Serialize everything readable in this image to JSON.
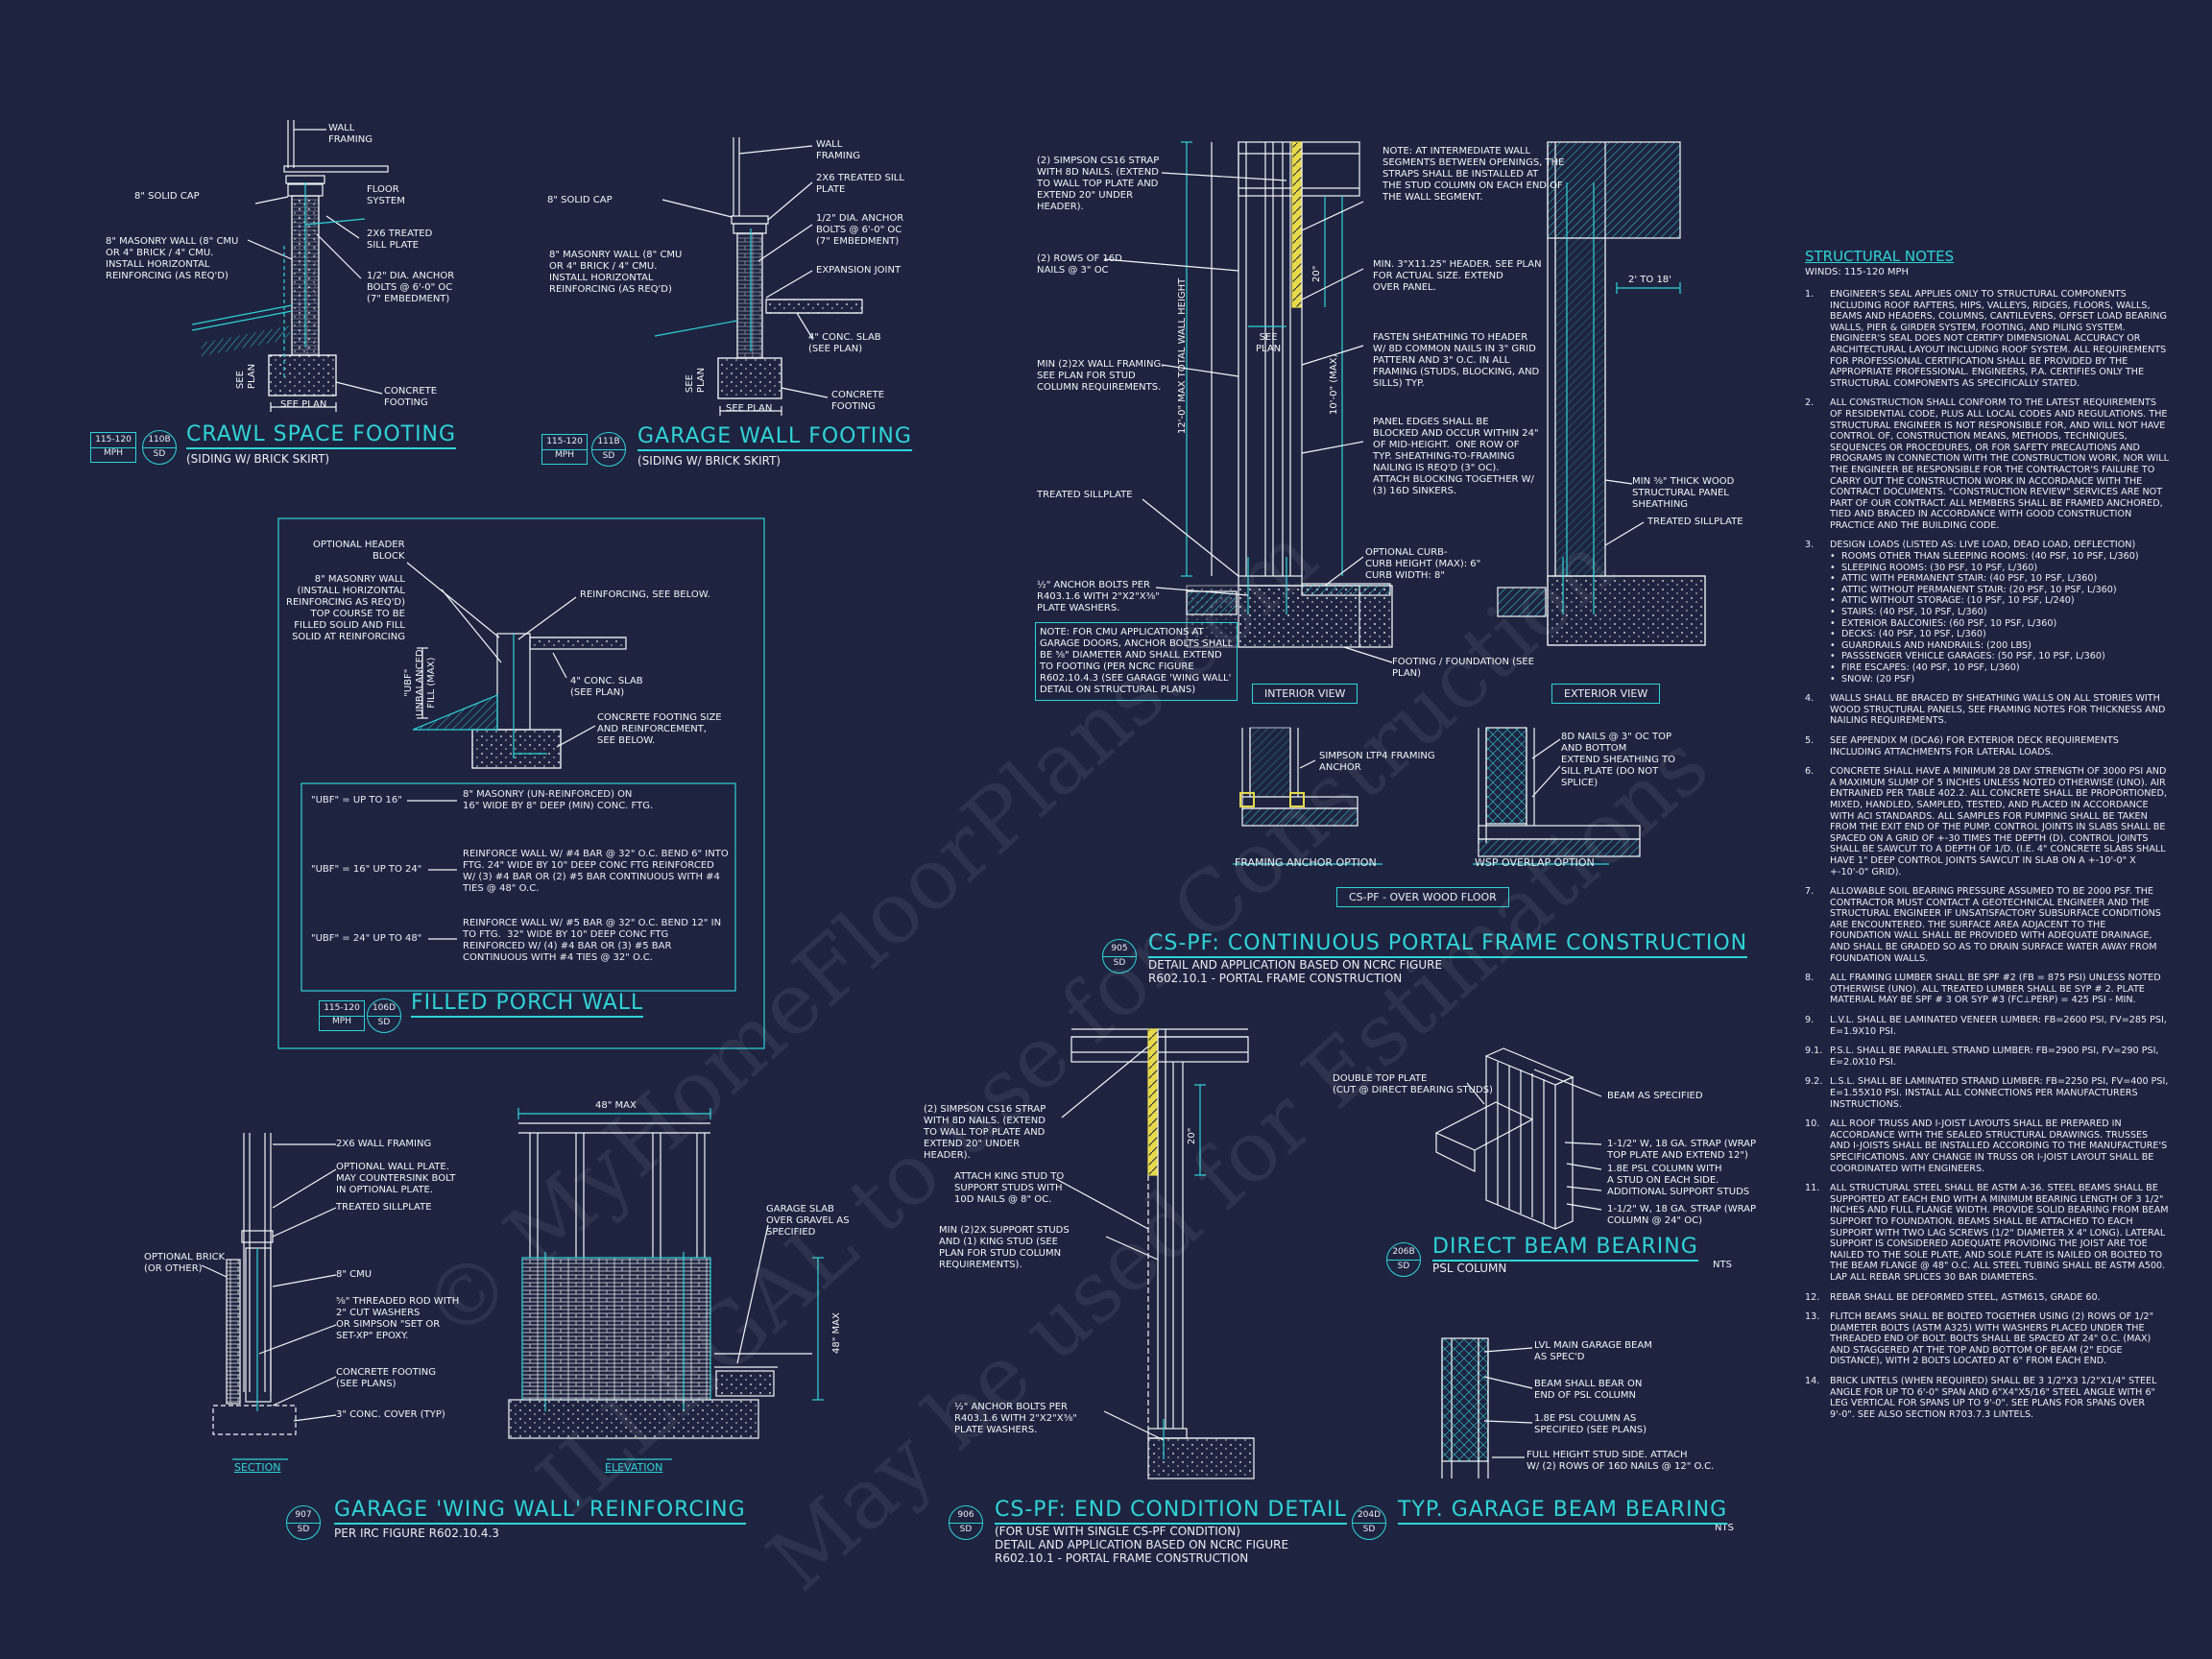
{
  "colors": {
    "background": "#1e2440",
    "cyan": "#2fd3d6",
    "white": "#f2f5f8",
    "yellow": "#e6d94a"
  },
  "crawl": {
    "labels": {
      "wall_framing": "WALL\nFRAMING",
      "solid_cap": "8\" SOLID CAP",
      "floor_system": "FLOOR\nSYSTEM",
      "masonry": "8\" MASONRY WALL (8\" CMU\nOR 4\" BRICK / 4\" CMU.\nINSTALL HORIZONTAL\nREINFORCING (AS REQ'D)",
      "sill_plate": "2x6 TREATED\nSILL PLATE",
      "anchor": "1/2\" DIA. ANCHOR\nBOLTS @ 6'-0\" OC\n(7\" EMBEDMENT)",
      "see_plan_v": "SEE\nPLAN",
      "concrete": "CONCRETE\nFOOTING",
      "see_plan": "SEE PLAN"
    },
    "wind": {
      "top": "115-120",
      "bottom": "MPH"
    },
    "bubble": {
      "top": "110B",
      "bottom": "SD"
    },
    "title": "CRAWL SPACE FOOTING",
    "subtitle": "(SIDING W/ BRICK SKIRT)"
  },
  "garage_wall": {
    "labels": {
      "wall_framing": "WALL\nFRAMING",
      "solid_cap": "8\" SOLID CAP",
      "sill": "2x6 TREATED SILL\nPLATE",
      "masonry": "8\" MASONRY WALL (8\" CMU\nOR 4\" BRICK / 4\" CMU.\nINSTALL HORIZONTAL\nREINFORCING (AS REQ'D)",
      "anchor": "1/2\" DIA. ANCHOR\nBOLTS @ 6'-0\" OC\n(7\" EMBEDMENT)",
      "expansion": "EXPANSION JOINT",
      "slab": "4\" CONC. SLAB\n(SEE PLAN)",
      "see_plan_v": "SEE\nPLAN",
      "concrete": "CONCRETE\nFOOTING",
      "see_plan": "SEE PLAN"
    },
    "wind": {
      "top": "115-120",
      "bottom": "MPH"
    },
    "bubble": {
      "top": "111B",
      "bottom": "SD"
    },
    "title": "GARAGE WALL FOOTING",
    "subtitle": "(SIDING W/ BRICK SKIRT)"
  },
  "porch": {
    "labels": {
      "header": "OPTIONAL HEADER\nBLOCK",
      "masonry": "8\" MASONRY WALL\n(INSTALL HORIZONTAL\nREINFORCING AS REQ'D)\nTOP COURSE TO BE\nFILLED SOLID AND FILL\nSOLID AT REINFORCING",
      "reinforcing": "REINFORCING, SEE BELOW.",
      "ubf": "\"UBF\"\nUNBALANCED\nFILL (MAX)",
      "slab": "4\" CONC. SLAB\n(SEE PLAN)",
      "footing": "CONCRETE FOOTING SIZE\nAND REINFORCEMENT,\nSEE BELOW."
    },
    "table": [
      {
        "cond": "\"UBF\" = UP TO 16\"",
        "text": "8\" MASONRY (UN-REINFORCED) ON\n16\" WIDE BY 8\" DEEP (MIN) CONC. FTG."
      },
      {
        "cond": "\"UBF\" = 16\" UP TO 24\"",
        "text": "REINFORCE WALL W/ #4 BAR @ 32\" O.C. BEND 6\" INTO\nFTG. 24\" WIDE BY 10\" DEEP CONC FTG REINFORCED\nW/ (3) #4 BAR OR (2) #5 BAR CONTINUOUS WITH #4\nTIES @ 48\" O.C."
      },
      {
        "cond": "\"UBF\" = 24\" UP TO 48\"",
        "text": "REINFORCE WALL W/ #5 BAR @ 32\" O.C. BEND 12\" IN\nTO FTG.  32\" WIDE BY 10\" DEEP CONC FTG\nREINFORCED W/ (4) #4 BAR OR (3) #5 BAR\nCONTINUOUS WITH #4 TIES @ 32\" O.C."
      }
    ],
    "wind": {
      "top": "115-120",
      "bottom": "MPH"
    },
    "bubble": {
      "top": "106D",
      "bottom": "SD"
    },
    "title": "FILLED PORCH WALL"
  },
  "wing": {
    "labels": {
      "framing": "2x6 WALL FRAMING",
      "plate": "OPTIONAL WALL PLATE.\nMAY COUNTERSINK BOLT\nIN OPTIONAL PLATE.",
      "sillplate": "TREATED SILLPLATE",
      "brick": "OPTIONAL BRICK\n(OR OTHER)",
      "cmu": "8\" CMU",
      "rod": "⅝\" THREADED ROD WITH\n2\" CUT WASHERS\nOR SIMPSON \"SET OR\nSET-XP\" EPOXY.",
      "footing": "CONCRETE FOOTING\n(SEE PLANS)",
      "cover": "3\" CONC. COVER (TYP)",
      "max48": "48\" MAX",
      "max48v": "48\" MAX",
      "slab": "GARAGE SLAB\nOVER GRAVEL AS\nSPECIFIED"
    },
    "section": "SECTION",
    "elevation": "ELEVATION",
    "bubble": {
      "top": "907",
      "bottom": "SD"
    },
    "title": "GARAGE 'WING WALL' REINFORCING",
    "subtitle": "PER IRC FIGURE R602.10.4.3"
  },
  "portal": {
    "labels": {
      "strap": "(2) SIMPSON CS16 STRAP\nWITH 8d NAILS. (EXTEND\nTO WALL TOP PLATE AND\nEXTEND 20\" UNDER\nHEADER).",
      "rows": "(2) ROWS OF 16d\nNAILS @ 3\" OC",
      "min2x": "MIN (2)2X WALL FRAMING.\nSEE PLAN FOR STUD\nCOLUMN REQUIREMENTS.",
      "sillplate": "TREATED SILLPLATE",
      "anchor": "½\" ANCHOR BOLTS PER\nR403.1.6 WITH 2\"x2\"x⅜\"\nPLATE WASHERS.",
      "cmu_note": "NOTE: FOR CMU APPLICATIONS AT\nGARAGE DOORS, ANCHOR BOLTS SHALL\nBE ⅝\" DIAMETER AND SHALL EXTEND\nTO FOOTING (PER NCRC FIGURE\nR602.10.4.3 (SEE GARAGE 'WING WALL'\nDETAIL ON STRUCTURAL PLANS)",
      "note_int": "NOTE: AT INTERMEDIATE WALL\nSEGMENTS BETWEEN OPENINGS, THE\nSTRAPS SHALL BE INSTALLED AT\nTHE STUD COLUMN ON EACH END OF\nTHE WALL SEGMENT.",
      "header": "MIN. 3\"x11.25\" HEADER. SEE PLAN\nFOR ACTUAL SIZE. EXTEND\nOVER PANEL.",
      "fasten": "FASTEN SHEATHING TO HEADER\nW/ 8d COMMON NAILS IN 3\" GRID\nPATTERN AND 3\" O.C. IN ALL\nFRAMING (STUDS, BLOCKING, AND\nSILLS) TYP.",
      "edges": "PANEL EDGES SHALL BE\nBLOCKED AND OCCUR WITHIN 24\"\nOF MID-HEIGHT.  ONE ROW OF\nTYP. SHEATHING-TO-FRAMING\nNAILING IS REQ'D (3\" OC).\nATTACH BLOCKING TOGETHER W/\n(3) 16d SINKERS.",
      "curb": "OPTIONAL CURB-\nCURB HEIGHT (MAX): 6\"\nCURB WIDTH: 8\"",
      "footing": "FOOTING / FOUNDATION (SEE\nPLAN)",
      "twelve": "12'-0\" MAX TOTAL WALL HEIGHT",
      "ten": "10'-0\" (MAX)",
      "twenty": "20\"",
      "see_plan": "SEE\nPLAN",
      "two_to_18": "2' TO 18'",
      "min_thick": "MIN ⅜\" THICK WOOD\nSTRUCTURAL PANEL\nSHEATHING",
      "ext_sill": "TREATED SILLPLATE",
      "ltp4": "SIMPSON LTP4 FRAMING\nANCHOR",
      "overlap": "8d NAILS @ 3\" OC TOP\nAND BOTTOM\nEXTEND SHEATHING TO\nSILL PLATE (DO NOT\nSPLICE)"
    },
    "interior": "INTERIOR VIEW",
    "exterior": "EXTERIOR VIEW",
    "anchor_opt": "FRAMING ANCHOR OPTION",
    "wsp_opt": "WSP OVERLAP OPTION",
    "over_floor": "CS-PF - OVER WOOD FLOOR",
    "bubble": {
      "top": "905",
      "bottom": "SD"
    },
    "title": "CS-PF: CONTINUOUS PORTAL FRAME CONSTRUCTION",
    "subtitle1": "DETAIL AND APPLICATION BASED ON NCRC FIGURE",
    "subtitle2": "R602.10.1 - PORTAL FRAME CONSTRUCTION"
  },
  "endcond": {
    "labels": {
      "strap": "(2) SIMPSON CS16 STRAP\nWITH 8d NAILS. (EXTEND\nTO WALL TOP PLATE AND\nEXTEND 20\" UNDER\nHEADER).",
      "king": "ATTACH KING STUD TO\nSUPPORT STUDS WITH\n10d NAILS @ 8\" OC.",
      "min2": "MIN (2)2X SUPPORT STUDS\nAND (1) KING STUD (SEE\nPLAN FOR STUD COLUMN\nREQUIREMENTS).",
      "anchor": "½\" ANCHOR BOLTS PER\nR403.1.6 WITH 2\"x2\"x⅜\"\nPLATE WASHERS.",
      "twenty": "20\""
    },
    "bubble": {
      "top": "906",
      "bottom": "SD"
    },
    "title": "CS-PF: END CONDITION DETAIL",
    "subtitle1": "(FOR USE WITH SINGLE CS-PF CONDITION)",
    "subtitle2": "DETAIL AND APPLICATION BASED ON NCRC FIGURE",
    "subtitle3": "R602.10.1 - PORTAL FRAME CONSTRUCTION"
  },
  "direct": {
    "labels": {
      "plate": "DOUBLE TOP PLATE\n(CUT @ DIRECT BEARING STUDS)",
      "beam": "BEAM AS SPECIFIED",
      "strap": "1-1/2\" W, 18 GA. STRAP (WRAP\nTOP PLATE AND EXTEND 12\")",
      "column": "1.8E PSL COLUMN WITH\nA STUD ON EACH SIDE.",
      "studs": "ADDITIONAL SUPPORT STUDS",
      "strap2": "1-1/2\" W, 18 GA. STRAP (WRAP\nCOLUMN @ 24\" OC)"
    },
    "nts": "NTS",
    "bubble": {
      "top": "206B",
      "bottom": "SD"
    },
    "title": "DIRECT BEAM BEARING",
    "subtitle": "PSL COLUMN"
  },
  "garage_beam": {
    "labels": {
      "lvl": "LVL MAIN GARAGE BEAM\nAS SPEC'D",
      "bear": "BEAM SHALL BEAR ON\nEND OF PSL COLUMN",
      "psl": "1.8E PSL COLUMN AS\nSPECIFIED (SEE PLANS)",
      "stud": "FULL HEIGHT STUD SIDE. ATTACH\nW/ (2) ROWS OF 16D NAILS @ 12\" O.C."
    },
    "nts": "NTS",
    "bubble": {
      "top": "204D",
      "bottom": "SD"
    },
    "title": "TYP. GARAGE BEAM BEARING"
  },
  "notes": {
    "title": "STRUCTURAL NOTES",
    "winds": "WINDS: 115-120 MPH",
    "items": [
      {
        "n": "1.",
        "text": "ENGINEER'S SEAL APPLIES ONLY TO STRUCTURAL COMPONENTS INCLUDING ROOF RAFTERS, HIPS, VALLEYS, RIDGES, FLOORS, WALLS, BEAMS AND HEADERS, COLUMNS, CANTILEVERS, OFFSET LOAD BEARING WALLS, PIER & GIRDER SYSTEM, FOOTING, AND PILING SYSTEM.  ENGINEER'S SEAL DOES NOT CERTIFY DIMENSIONAL ACCURACY OR ARCHITECTURAL LAYOUT INCLUDING ROOF SYSTEM. ALL REQUIREMENTS FOR PROFESSIONAL CERTIFICATION SHALL BE PROVIDED BY THE APPROPRIATE PROFESSIONAL.  ENGINEERS, P.A. CERTIFIES ONLY THE STRUCTURAL COMPONENTS AS SPECIFICALLY STATED."
      },
      {
        "n": "2.",
        "text": "ALL CONSTRUCTION SHALL CONFORM TO THE LATEST REQUIREMENTS OF RESIDENTIAL CODE, PLUS ALL LOCAL CODES AND REGULATIONS. THE STRUCTURAL ENGINEER IS NOT RESPONSIBLE FOR, AND WILL NOT HAVE CONTROL OF, CONSTRUCTION MEANS, METHODS, TECHNIQUES, SEQUENCES OR PROCEDURES, OR FOR SAFETY PRECAUTIONS AND PROGRAMS IN CONNECTION WITH THE CONSTRUCTION WORK, NOR WILL THE ENGINEER BE RESPONSIBLE FOR THE CONTRACTOR'S FAILURE TO CARRY OUT THE CONSTRUCTION WORK IN ACCORDANCE WITH THE CONTRACT DOCUMENTS. \"CONSTRUCTION REVIEW\" SERVICES ARE NOT PART OF OUR CONTRACT. ALL MEMBERS SHALL BE FRAMED ANCHORED, TIED AND BRACED IN ACCORDANCE WITH GOOD CONSTRUCTION PRACTICE AND THE BUILDING CODE."
      },
      {
        "n": "3.",
        "text": "DESIGN LOADS (LISTED AS: LIVE LOAD, DEAD LOAD, DEFLECTION)",
        "bullets": [
          "ROOMS OTHER THAN SLEEPING ROOMS: (40 PSF, 10 PSF, L/360)",
          "SLEEPING ROOMS: (30 PSF, 10 PSF, L/360)",
          "ATTIC WITH PERMANENT STAIR: (40 PSF, 10 PSF, L/360)",
          "ATTIC WITHOUT PERMANENT STAIR: (20 PSF, 10 PSF, L/360)",
          "ATTIC WITHOUT STORAGE: (10 PSF, 10 PSF, L/240)",
          "STAIRS: (40 PSF, 10 PSF, L/360)",
          "EXTERIOR BALCONIES: (60 PSF, 10 PSF, L/360)",
          "DECKS: (40 PSF, 10 PSF, L/360)",
          "GUARDRAILS AND HANDRAILS: (200 LBS)",
          "PASSSENGER VEHICLE GARAGES: (50 PSF, 10 PSF, L/360)",
          "FIRE ESCAPES: (40 PSF, 10 PSF, L/360)",
          "SNOW: (20 PSF)"
        ]
      },
      {
        "n": "4.",
        "text": "WALLS SHALL BE BRACED BY SHEATHING WALLS ON ALL STORIES WITH WOOD STRUCTURAL PANELS, SEE FRAMING NOTES FOR THICKNESS AND NAILING REQUIREMENTS."
      },
      {
        "n": "5.",
        "text": "SEE APPENDIX M (DCA6) FOR EXTERIOR DECK REQUIREMENTS INCLUDING ATTACHMENTS FOR LATERAL LOADS."
      },
      {
        "n": "6.",
        "text": "CONCRETE SHALL HAVE A MINIMUM 28 DAY STRENGTH OF 3000 PSI AND A MAXIMUM SLUMP OF 5 INCHES UNLESS NOTED OTHERWISE (UNO). AIR ENTRAINED PER TABLE 402.2. ALL CONCRETE SHALL BE PROPORTIONED, MIXED, HANDLED, SAMPLED, TESTED, AND PLACED IN ACCORDANCE WITH ACI STANDARDS. ALL SAMPLES FOR PUMPING SHALL BE TAKEN FROM THE EXIT END OF THE PUMP. CONTROL JOINTS IN SLABS SHALL BE SPACED ON A GRID OF +-30 TIMES THE DEPTH (D). CONTROL JOINTS SHALL BE SAWCUT TO A DEPTH OF 1/D. (I.E. 4\" CONCRETE SLABS SHALL HAVE 1\" DEEP CONTROL JOINTS SAWCUT IN SLAB ON A +-10'-0\" x +-10'-0\" GRID)."
      },
      {
        "n": "7.",
        "text": "ALLOWABLE SOIL BEARING PRESSURE ASSUMED TO BE 2000 PSF. THE CONTRACTOR MUST CONTACT A GEOTECHNICAL ENGINEER AND THE STRUCTURAL ENGINEER IF UNSATISFACTORY SUBSURFACE CONDITIONS ARE ENCOUNTERED. THE SURFACE AREA ADJACENT TO THE FOUNDATION WALL SHALL BE PROVIDED WITH ADEQUATE DRAINAGE, AND SHALL BE GRADED SO AS TO DRAIN SURFACE WATER AWAY FROM FOUNDATION WALLS."
      },
      {
        "n": "8.",
        "text": "ALL FRAMING LUMBER SHALL BE SPF #2 (Fb = 875 PSI) UNLESS NOTED OTHERWISE (UNO). ALL TREATED LUMBER SHALL BE SYP # 2. PLATE MATERIAL MAY BE SPF # 3 OR SYP #3 (Fc⊥perp) = 425 PSI - MIN."
      },
      {
        "n": "9.",
        "text": "L.V.L. SHALL BE LAMINATED VENEER LUMBER: Fb=2600 PSI, Fv=285 PSI, E=1.9x10  PSI."
      },
      {
        "n": "9.1.",
        "text": "P.S.L. SHALL BE PARALLEL STRAND LUMBER: Fb=2900 PSI, Fv=290 PSI, E=2.0x10  PSI."
      },
      {
        "n": "9.2.",
        "text": "L.S.L. SHALL BE LAMINATED STRAND LUMBER: Fb=2250 PSI, Fv=400 PSI, E=1.55x10  PSI. INSTALL ALL CONNECTIONS PER MANUFACTURERS INSTRUCTIONS."
      },
      {
        "n": "10.",
        "text": "ALL ROOF TRUSS AND I-JOIST LAYOUTS SHALL BE PREPARED IN ACCORDANCE WITH THE SEALED STRUCTURAL DRAWINGS. TRUSSES AND I-JOISTS SHALL BE INSTALLED ACCORDING TO THE MANUFACTURE'S SPECIFICATIONS. ANY CHANGE IN TRUSS OR I-JOIST LAYOUT SHALL BE COORDINATED WITH  ENGINEERS."
      },
      {
        "n": "11.",
        "text": "ALL STRUCTURAL STEEL SHALL BE ASTM A-36. STEEL BEAMS SHALL BE SUPPORTED AT EACH END WITH A MINIMUM BEARING LENGTH OF 3 1/2\" INCHES AND FULL FLANGE WIDTH. PROVIDE SOLID BEARING FROM BEAM SUPPORT TO FOUNDATION.  BEAMS SHALL BE ATTACHED TO EACH SUPPORT WITH TWO LAG SCREWS (1/2\" DIAMETER x 4\" LONG). LATERAL SUPPORT IS CONSIDERED ADEQUATE PROVIDING THE JOIST ARE TOE NAILED TO THE SOLE PLATE, AND SOLE PLATE IS NAILED OR BOLTED TO THE BEAM FLANGE @ 48\" O.C. ALL STEEL TUBING SHALL BE ASTM A500. LAP ALL REBAR SPLICES 30 BAR DIAMETERS."
      },
      {
        "n": "12.",
        "text": "REBAR SHALL BE DEFORMED STEEL, ASTM615, GRADE 60."
      },
      {
        "n": "13.",
        "text": "FLITCH BEAMS SHALL BE BOLTED TOGETHER USING (2) ROWS OF 1/2\" DIAMETER BOLTS (ASTM A325) WITH WASHERS PLACED UNDER THE THREADED END OF BOLT. BOLTS SHALL BE SPACED AT 24\" O.C. (MAX) AND STAGGERED AT THE TOP AND BOTTOM OF BEAM (2\" EDGE DISTANCE), WITH 2 BOLTS LOCATED AT 6\" FROM EACH END."
      },
      {
        "n": "14.",
        "text": "BRICK LINTELS (WHEN REQUIRED) SHALL BE 3 1/2\"x3 1/2\"x1/4\" STEEL ANGLE FOR UP TO 6'-0\" SPAN AND 6\"x4\"x5/16\" STEEL ANGLE WITH 6\" LEG VERTICAL FOR SPANS UP TO 9'-0\". SEE PLANS FOR SPANS OVER 9'-0\". SEE ALSO SECTION R703.7.3 LINTELS."
      }
    ]
  },
  "watermark": {
    "line1": "© MyHomeFloorPlans.com",
    "line2": "ILLEGAL to use for Construction",
    "line3": "May be used for Estimations"
  }
}
